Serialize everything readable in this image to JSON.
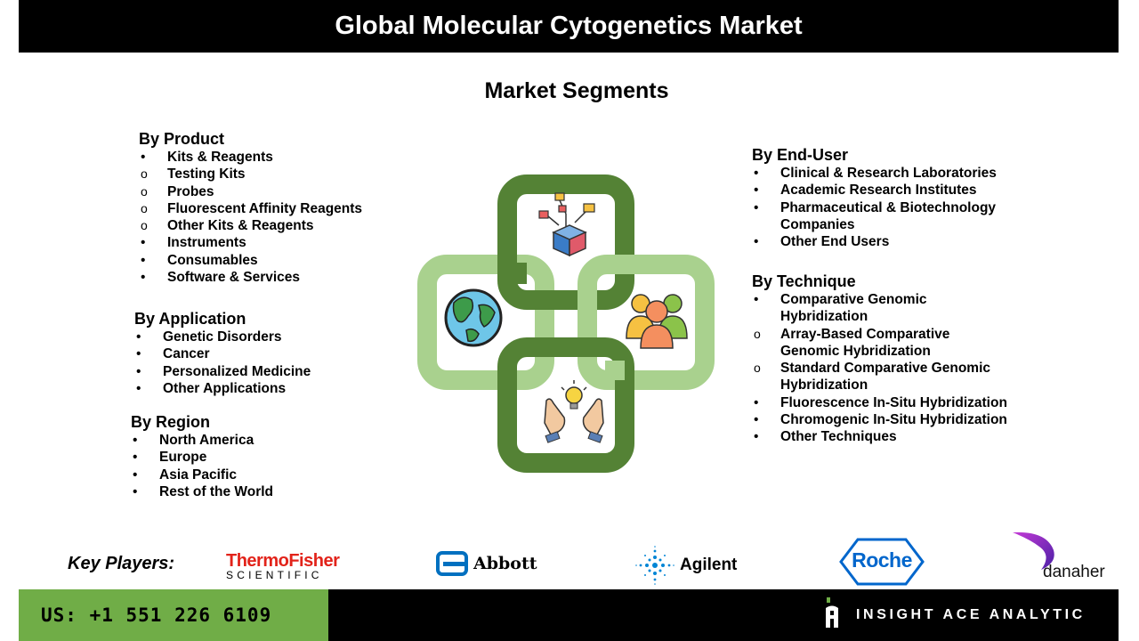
{
  "header": {
    "title": "Global Molecular Cytogenetics Market"
  },
  "segments_title": "Market Segments",
  "by_product": {
    "heading": "By Product",
    "items": [
      {
        "marker": "•",
        "text": "Kits & Reagents"
      },
      {
        "marker": "o",
        "text": "Testing Kits"
      },
      {
        "marker": "o",
        "text": "Probes"
      },
      {
        "marker": "o",
        "text": "Fluorescent Affinity Reagents"
      },
      {
        "marker": "o",
        "text": "Other Kits & Reagents"
      },
      {
        "marker": "•",
        "text": "Instruments"
      },
      {
        "marker": "•",
        "text": "Consumables"
      },
      {
        "marker": "•",
        "text": "Software & Services"
      }
    ]
  },
  "by_application": {
    "heading": "By Application",
    "items": [
      {
        "marker": "•",
        "text": "Genetic Disorders"
      },
      {
        "marker": "•",
        "text": "Cancer"
      },
      {
        "marker": "•",
        "text": "Personalized Medicine"
      },
      {
        "marker": "•",
        "text": "Other Applications"
      }
    ]
  },
  "by_region": {
    "heading": "By Region",
    "items": [
      {
        "marker": "•",
        "text": "North America"
      },
      {
        "marker": "•",
        "text": "Europe"
      },
      {
        "marker": "•",
        "text": "Asia Pacific"
      },
      {
        "marker": "•",
        "text": "Rest of the World"
      }
    ]
  },
  "by_end_user": {
    "heading": "By End-User",
    "items": [
      {
        "marker": "•",
        "text": "Clinical & Research Laboratories"
      },
      {
        "marker": "•",
        "text": "Academic Research Institutes"
      },
      {
        "marker": "•",
        "text": "Pharmaceutical & Biotechnology Companies"
      },
      {
        "marker": "•",
        "text": "Other End Users"
      }
    ]
  },
  "by_technique": {
    "heading": "By Technique",
    "items": [
      {
        "marker": "•",
        "text": "Comparative Genomic Hybridization"
      },
      {
        "marker": "o",
        "text": "Array-Based Comparative Genomic Hybridization"
      },
      {
        "marker": "o",
        "text": "Standard Comparative Genomic Hybridization"
      },
      {
        "marker": "•",
        "text": "Fluorescence In-Situ Hybridization"
      },
      {
        "marker": "•",
        "text": "Chromogenic In-Situ Hybridization"
      },
      {
        "marker": "•",
        "text": "Other Techniques"
      }
    ]
  },
  "key_players": {
    "label": "Key Players:",
    "logos": {
      "thermo_line1": "ThermoFisher",
      "thermo_line2": "SCIENTIFIC",
      "abbott": "Abbott",
      "agilent": "Agilent",
      "roche": "Roche",
      "danaher": "danaher"
    }
  },
  "footer": {
    "phone": "US: +1 551 226 6109",
    "brand": "INSIGHT ACE ANALYTIC"
  },
  "colors": {
    "dark_green": "#548235",
    "light_green": "#a9d18e",
    "footer_green": "#70ad47",
    "thermo_red": "#e2231a",
    "abbott_blue": "#0070c0",
    "agilent_blue": "#0085d5",
    "roche_blue": "#0066cc",
    "danaher_purple": "#7b2fbe"
  }
}
